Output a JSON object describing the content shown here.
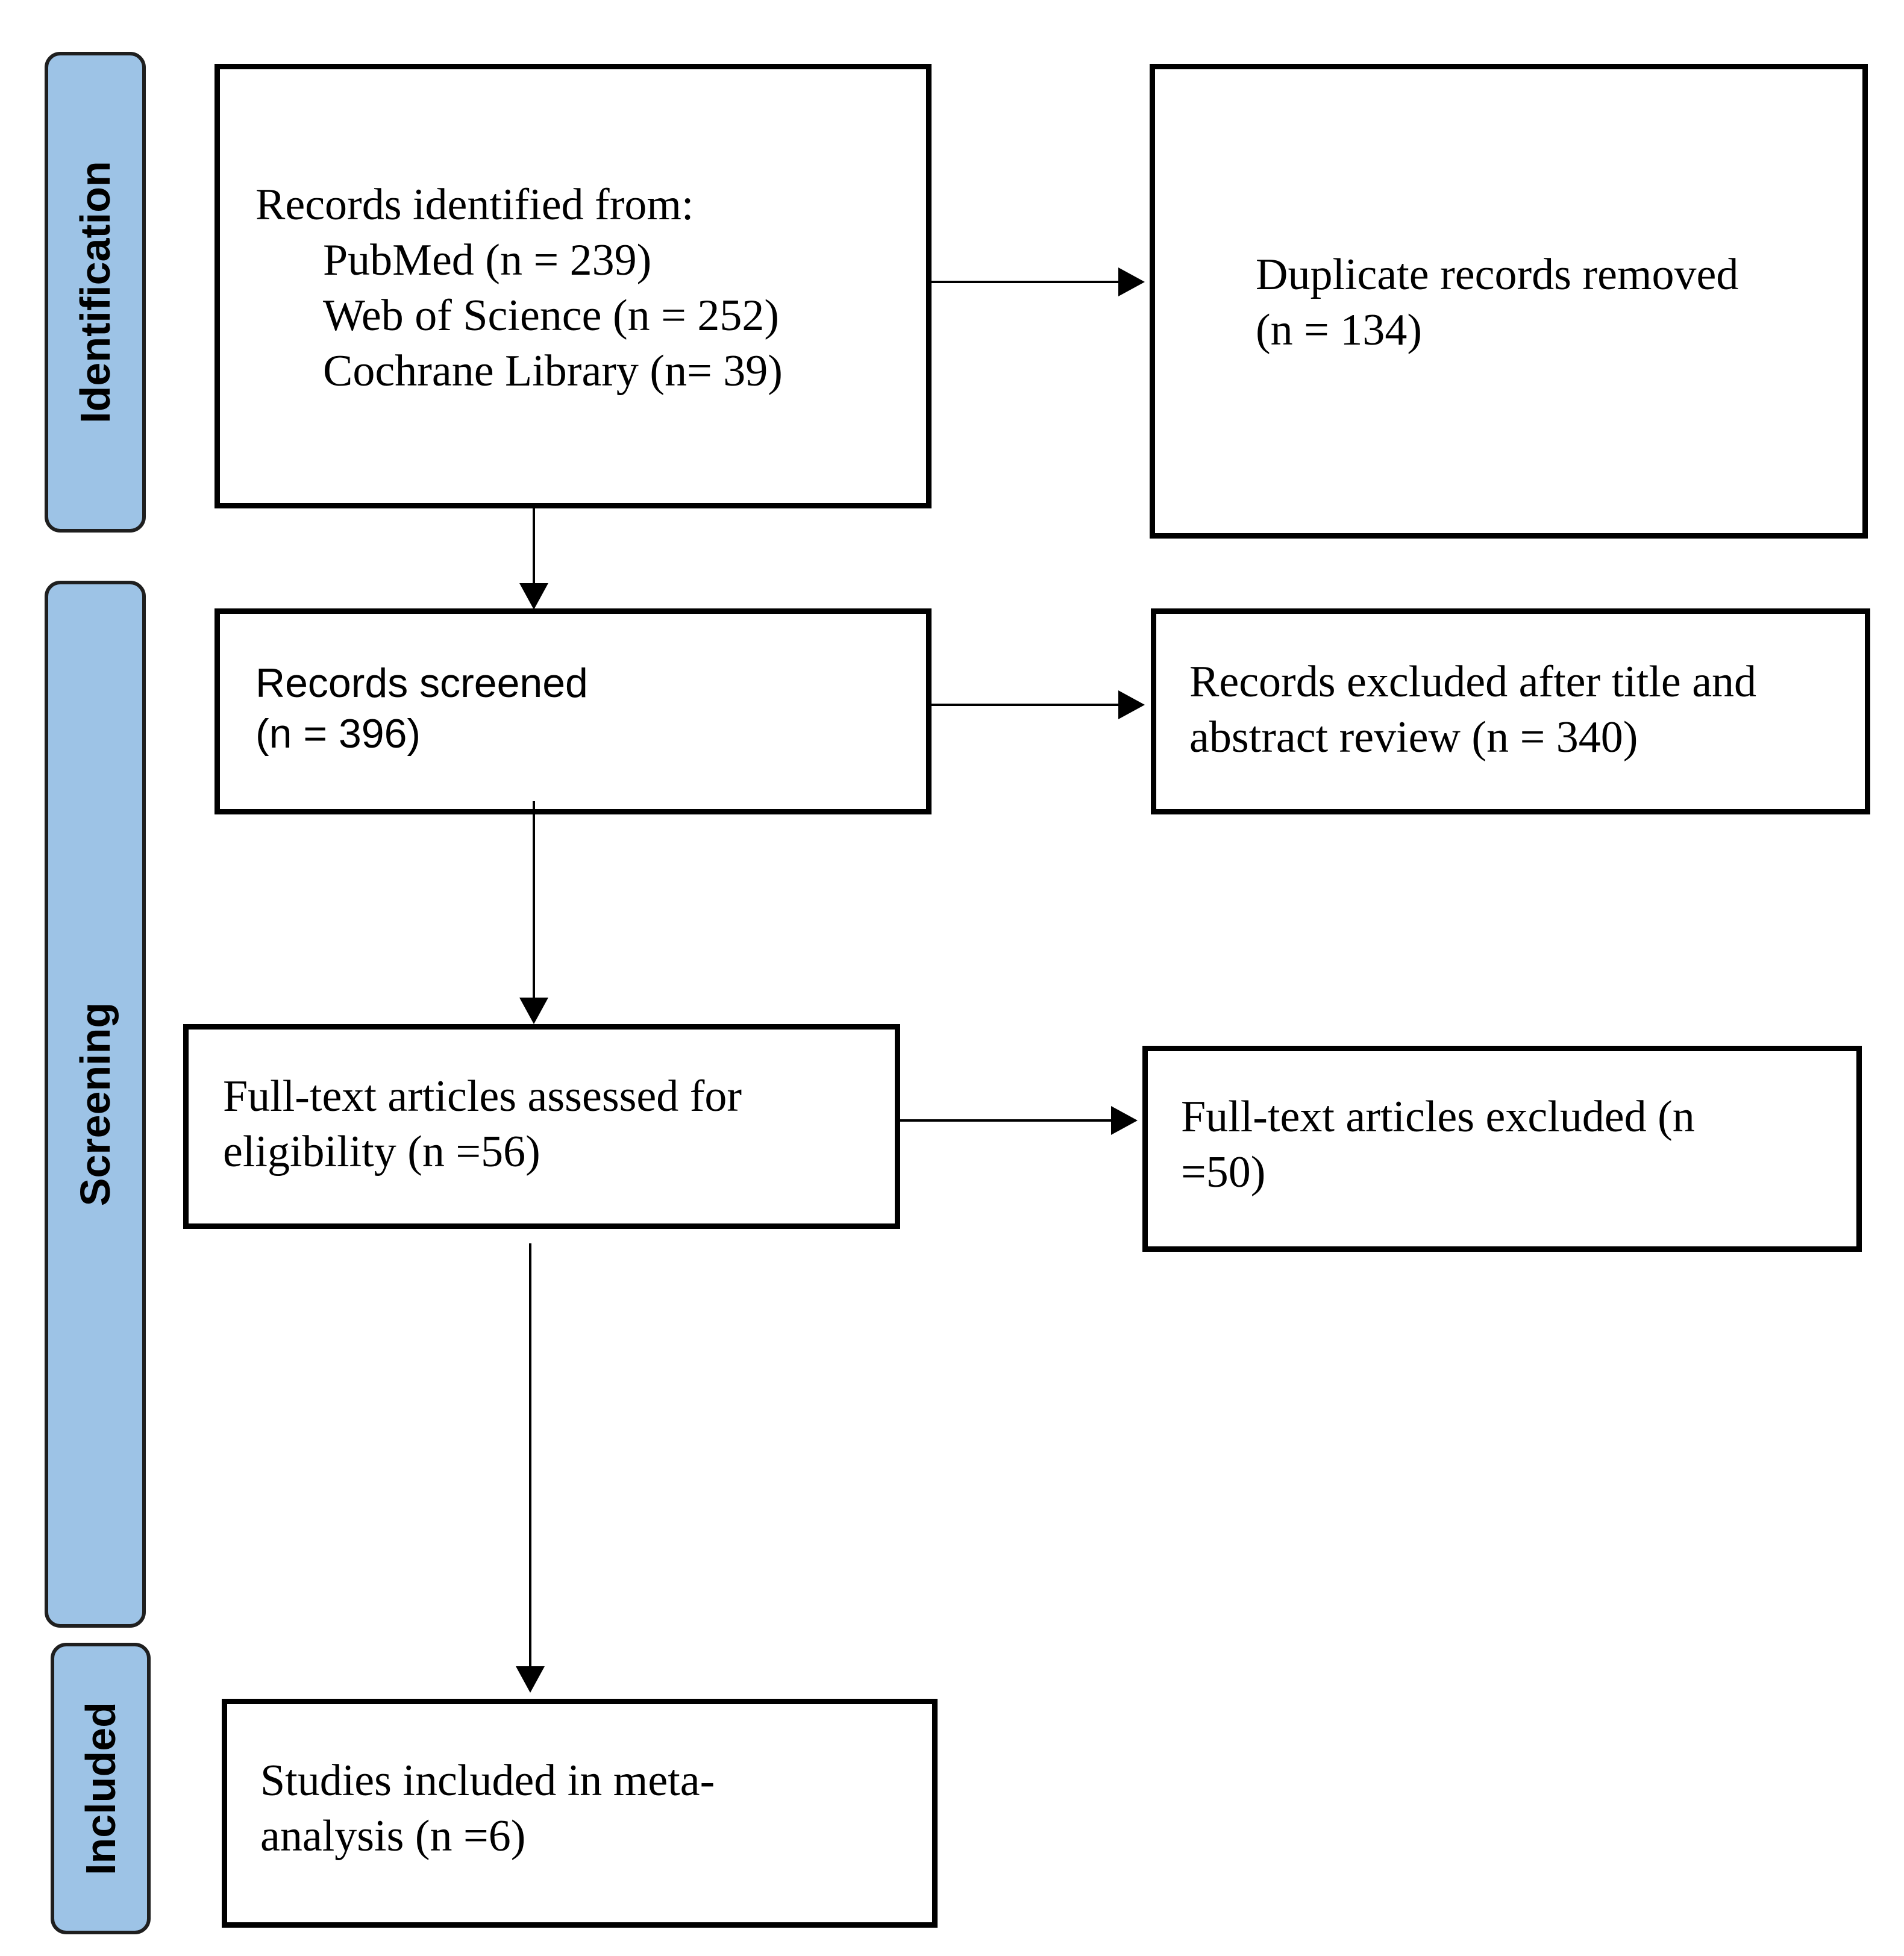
{
  "phases": {
    "identification": "Identification",
    "screening": "Screening",
    "included": "Included"
  },
  "records_identified": {
    "heading": "Records identified from:",
    "sources": [
      "PubMed (n = 239)",
      "Web of Science (n = 252)",
      "Cochrane Library (n= 39)"
    ]
  },
  "duplicates_removed": {
    "line1": "Duplicate records removed",
    "line2": "(n = 134)"
  },
  "records_screened": {
    "line1": "Records screened",
    "line2": "(n = 396)"
  },
  "records_excluded": {
    "line1": "Records excluded after title and",
    "line2": "abstract review (n = 340)"
  },
  "fulltext_assessed": {
    "line1": "Full-text articles assessed for",
    "line2": "eligibility (n =56)"
  },
  "fulltext_excluded": {
    "line1": "Full-text articles excluded (n",
    "line2": "=50)"
  },
  "studies_included": {
    "line1": "Studies included in meta-",
    "line2": "analysis (n =6)"
  },
  "colors": {
    "phase_fill": "#9dc3e6",
    "border": "#000000",
    "background": "#ffffff"
  }
}
